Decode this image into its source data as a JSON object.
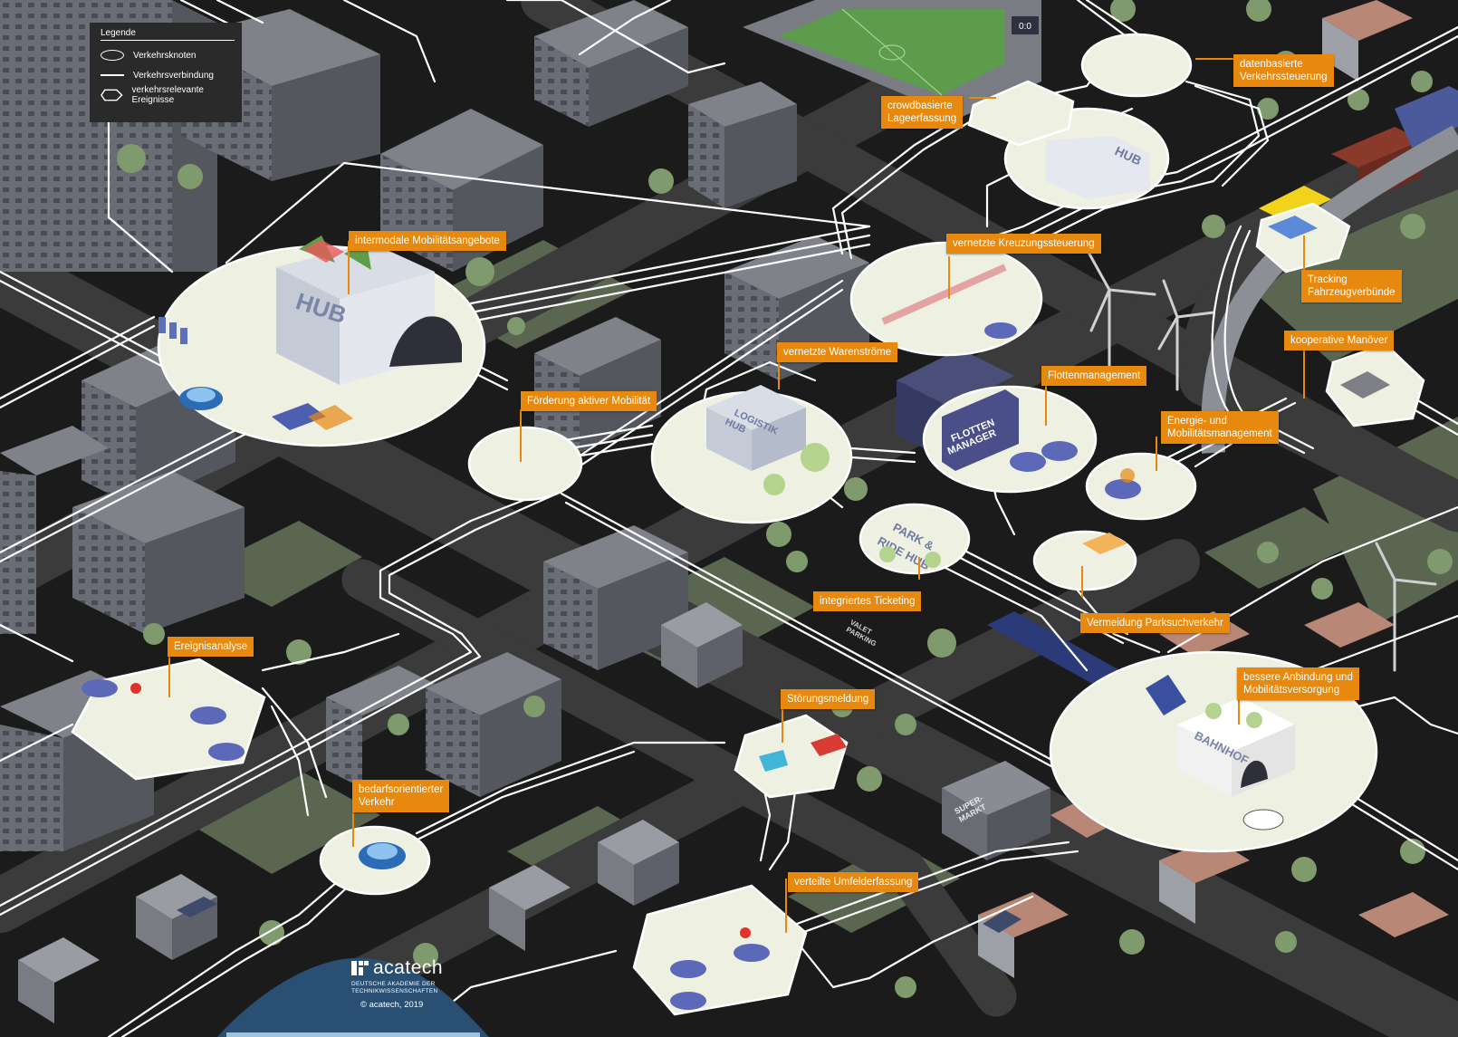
{
  "legend": {
    "title": "Legende",
    "items": [
      {
        "symbol": "node-ellipse",
        "label": "Verkehrsknoten"
      },
      {
        "symbol": "link-line",
        "label": "Verkehrsverbindung"
      },
      {
        "symbol": "event-hexagon",
        "label": "verkehrsrelevante Ereignisse"
      }
    ]
  },
  "callouts": {
    "intermodal": "intermodale Mobilitätsangebote",
    "foerderung": "Förderung aktiver Mobilität",
    "warenstroeme": "vernetzte Warenströme",
    "crowd_1": "crowdbasierte",
    "crowd_2": "Lageerfassung",
    "datenbasiert_1": "datenbasierte",
    "datenbasiert_2": "Verkehrssteuerung",
    "kreuzung": "vernetzte Kreuzungssteuerung",
    "tracking_1": "Tracking",
    "tracking_2": "Fahrzeugverbünde",
    "kooperativ": "kooperative Manöver",
    "flotten": "Flottenmanagement",
    "energie_1": "Energie- und",
    "energie_2": "Mobilitätsmanagement",
    "ticketing": "integriertes Ticketing",
    "parksuch": "Vermeidung Parksuchverkehr",
    "ereignis": "Ereignisanalyse",
    "stoerung": "Störungsmeldung",
    "bedarf_1": "bedarfsorientierter",
    "bedarf_2": "Verkehr",
    "anbindung_1": "bessere Anbindung und",
    "anbindung_2": "Mobilitätsversorgung",
    "umfeld": "verteilte Umfelderfassung"
  },
  "signs": {
    "hub": "HUB",
    "hub_small": "HUB",
    "logistik_1": "LOGISTIK",
    "logistik_2": "HUB",
    "flotten_1": "FLOTTEN",
    "flotten_2": "MANAGER",
    "park_1": "PARK &",
    "park_2": "RIDE HUB",
    "bahnhof": "BAHNHOF",
    "super_1": "SUPER-",
    "super_2": "MARKT",
    "valet_1": "VALET",
    "valet_2": "PARKING",
    "score": "0:0"
  },
  "logo": {
    "name": "acatech",
    "subtitle_1": "DEUTSCHE AKADEMIE DER",
    "subtitle_2": "TECHNIKWISSENSCHAFTEN",
    "copyright": "© acatech, 2019"
  },
  "colors": {
    "background": "#1b1b1b",
    "road": "#3a3a3a",
    "grass": "#5f6b55",
    "building": "#6e7079",
    "accent": "#e8890f",
    "network": "#ffffff",
    "highlight": "#f3f6e6"
  }
}
